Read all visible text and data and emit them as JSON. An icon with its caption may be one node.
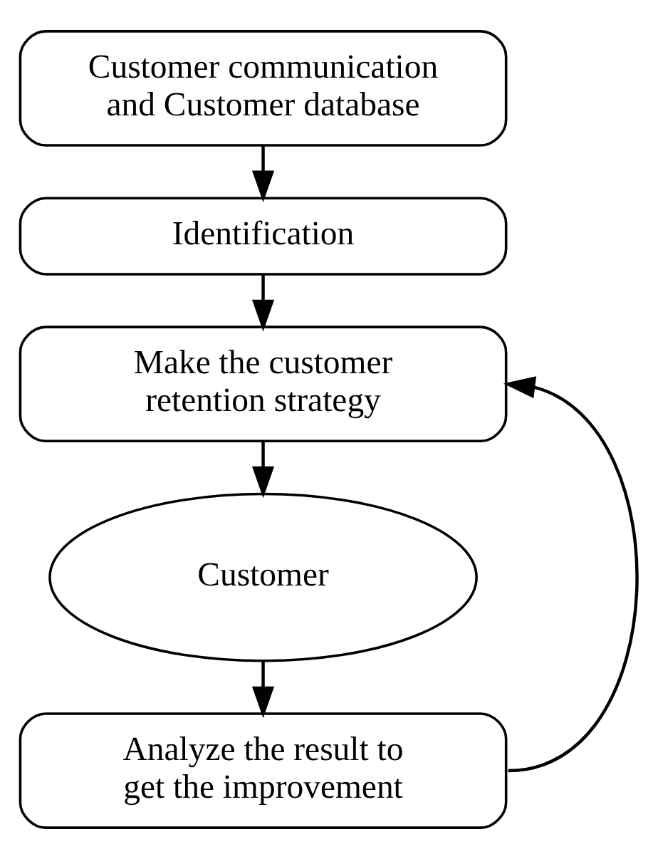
{
  "diagram": {
    "nodes": [
      {
        "text": [
          "Customer communication and Customer database"
        ]
      },
      {
        "text": [
          "Identification"
        ]
      },
      {
        "text": [
          "Make the customer retention strategy"
        ]
      },
      {
        "text": [
          "Customer"
        ]
      },
      {
        "text": [
          "Analyze the result to get the improvement"
        ]
      }
    ],
    "edges": [
      {
        "from": 0,
        "to": 1,
        "arrow": "to"
      },
      {
        "from": 1,
        "to": 2,
        "arrow": "to"
      },
      {
        "from": 2,
        "to": 3,
        "arrow": "to"
      },
      {
        "from": 3,
        "to": 4,
        "arrow": "to"
      },
      {
        "from": 4,
        "to": 2,
        "arrow": "to"
      }
    ]
  }
}
